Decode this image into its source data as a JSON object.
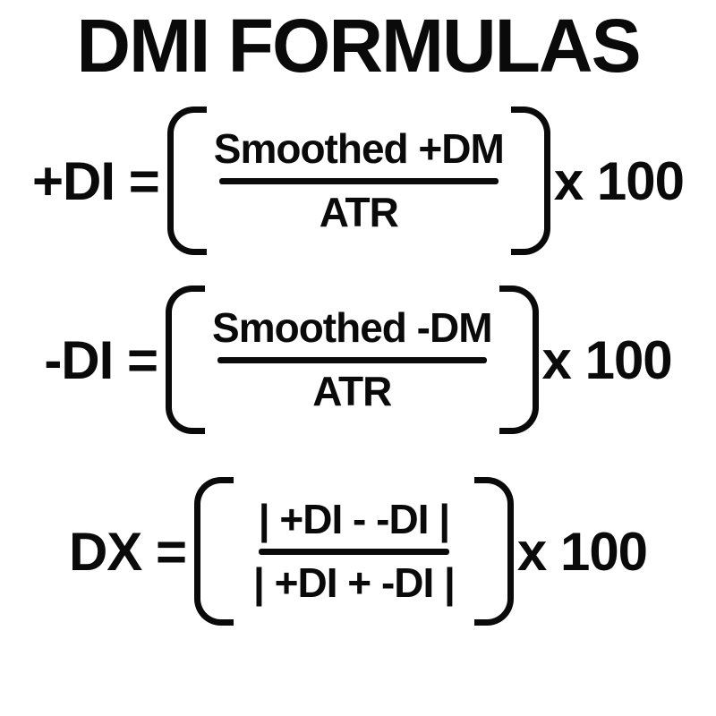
{
  "title": "DMI FORMULAS",
  "formulas": [
    {
      "id": "plus-di",
      "lhs": "+DI =",
      "numerator": "Smoothed +DM",
      "denominator": "ATR",
      "multiplier": "x 100"
    },
    {
      "id": "minus-di",
      "lhs": "-DI =",
      "numerator": "Smoothed -DM",
      "denominator": "ATR",
      "multiplier": "x 100"
    },
    {
      "id": "dx",
      "lhs": "DX =",
      "numerator": "| +DI - -DI |",
      "denominator": "| +DI + -DI |",
      "multiplier": "x 100"
    }
  ],
  "colors": {
    "ink": "#0a0a0a",
    "background": "#ffffff"
  }
}
